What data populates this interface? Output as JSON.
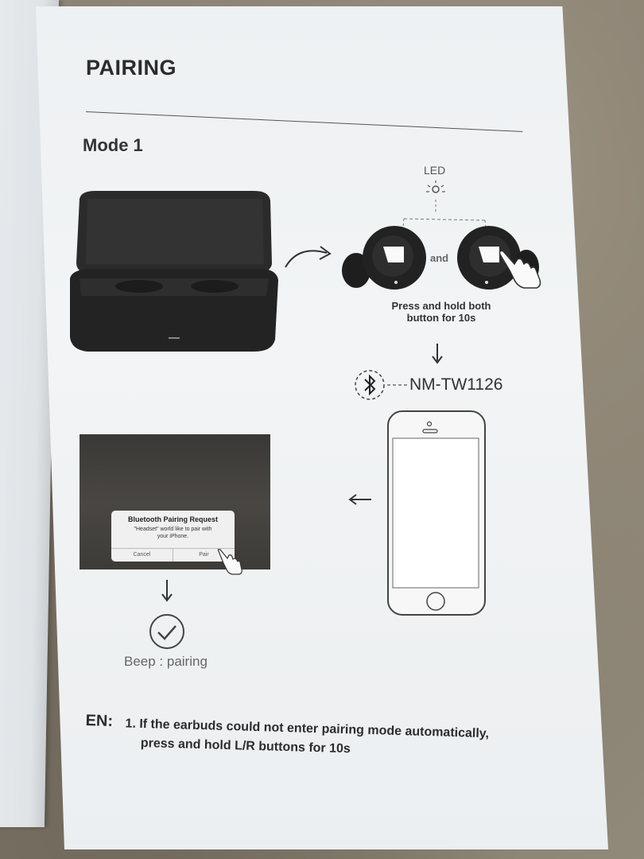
{
  "page": {
    "title": "PAIRING",
    "mode_title": "Mode 1"
  },
  "diagram": {
    "led_label": "LED",
    "and_label": "and",
    "press_instruction_line1": "Press and hold both",
    "press_instruction_line2": "button for 10s",
    "device_name": "NM-TW1126",
    "beep_label": "Beep : pairing"
  },
  "dialog": {
    "title": "Bluetooth Pairing Request",
    "message_line1": "\"Headset\" world like to pair with",
    "message_line2": "your iPhone.",
    "cancel_label": "Cancel",
    "pair_label": "Pair"
  },
  "instructions": {
    "language_tag": "EN:",
    "step1_line1": "1. If the earbuds could not enter pairing mode automatically,",
    "step1_line2": "press and hold L/R buttons for 10s"
  },
  "colors": {
    "paper": "#f0f3f5",
    "ink": "#2c2c2c",
    "earbud": "#1f1f1f",
    "case": "#262626"
  },
  "icons": [
    "led-light-icon",
    "curved-arrow-icon",
    "down-arrow-icon",
    "bluetooth-icon",
    "left-arrow-icon",
    "checkmark-circle-icon",
    "tap-hand-icon"
  ]
}
